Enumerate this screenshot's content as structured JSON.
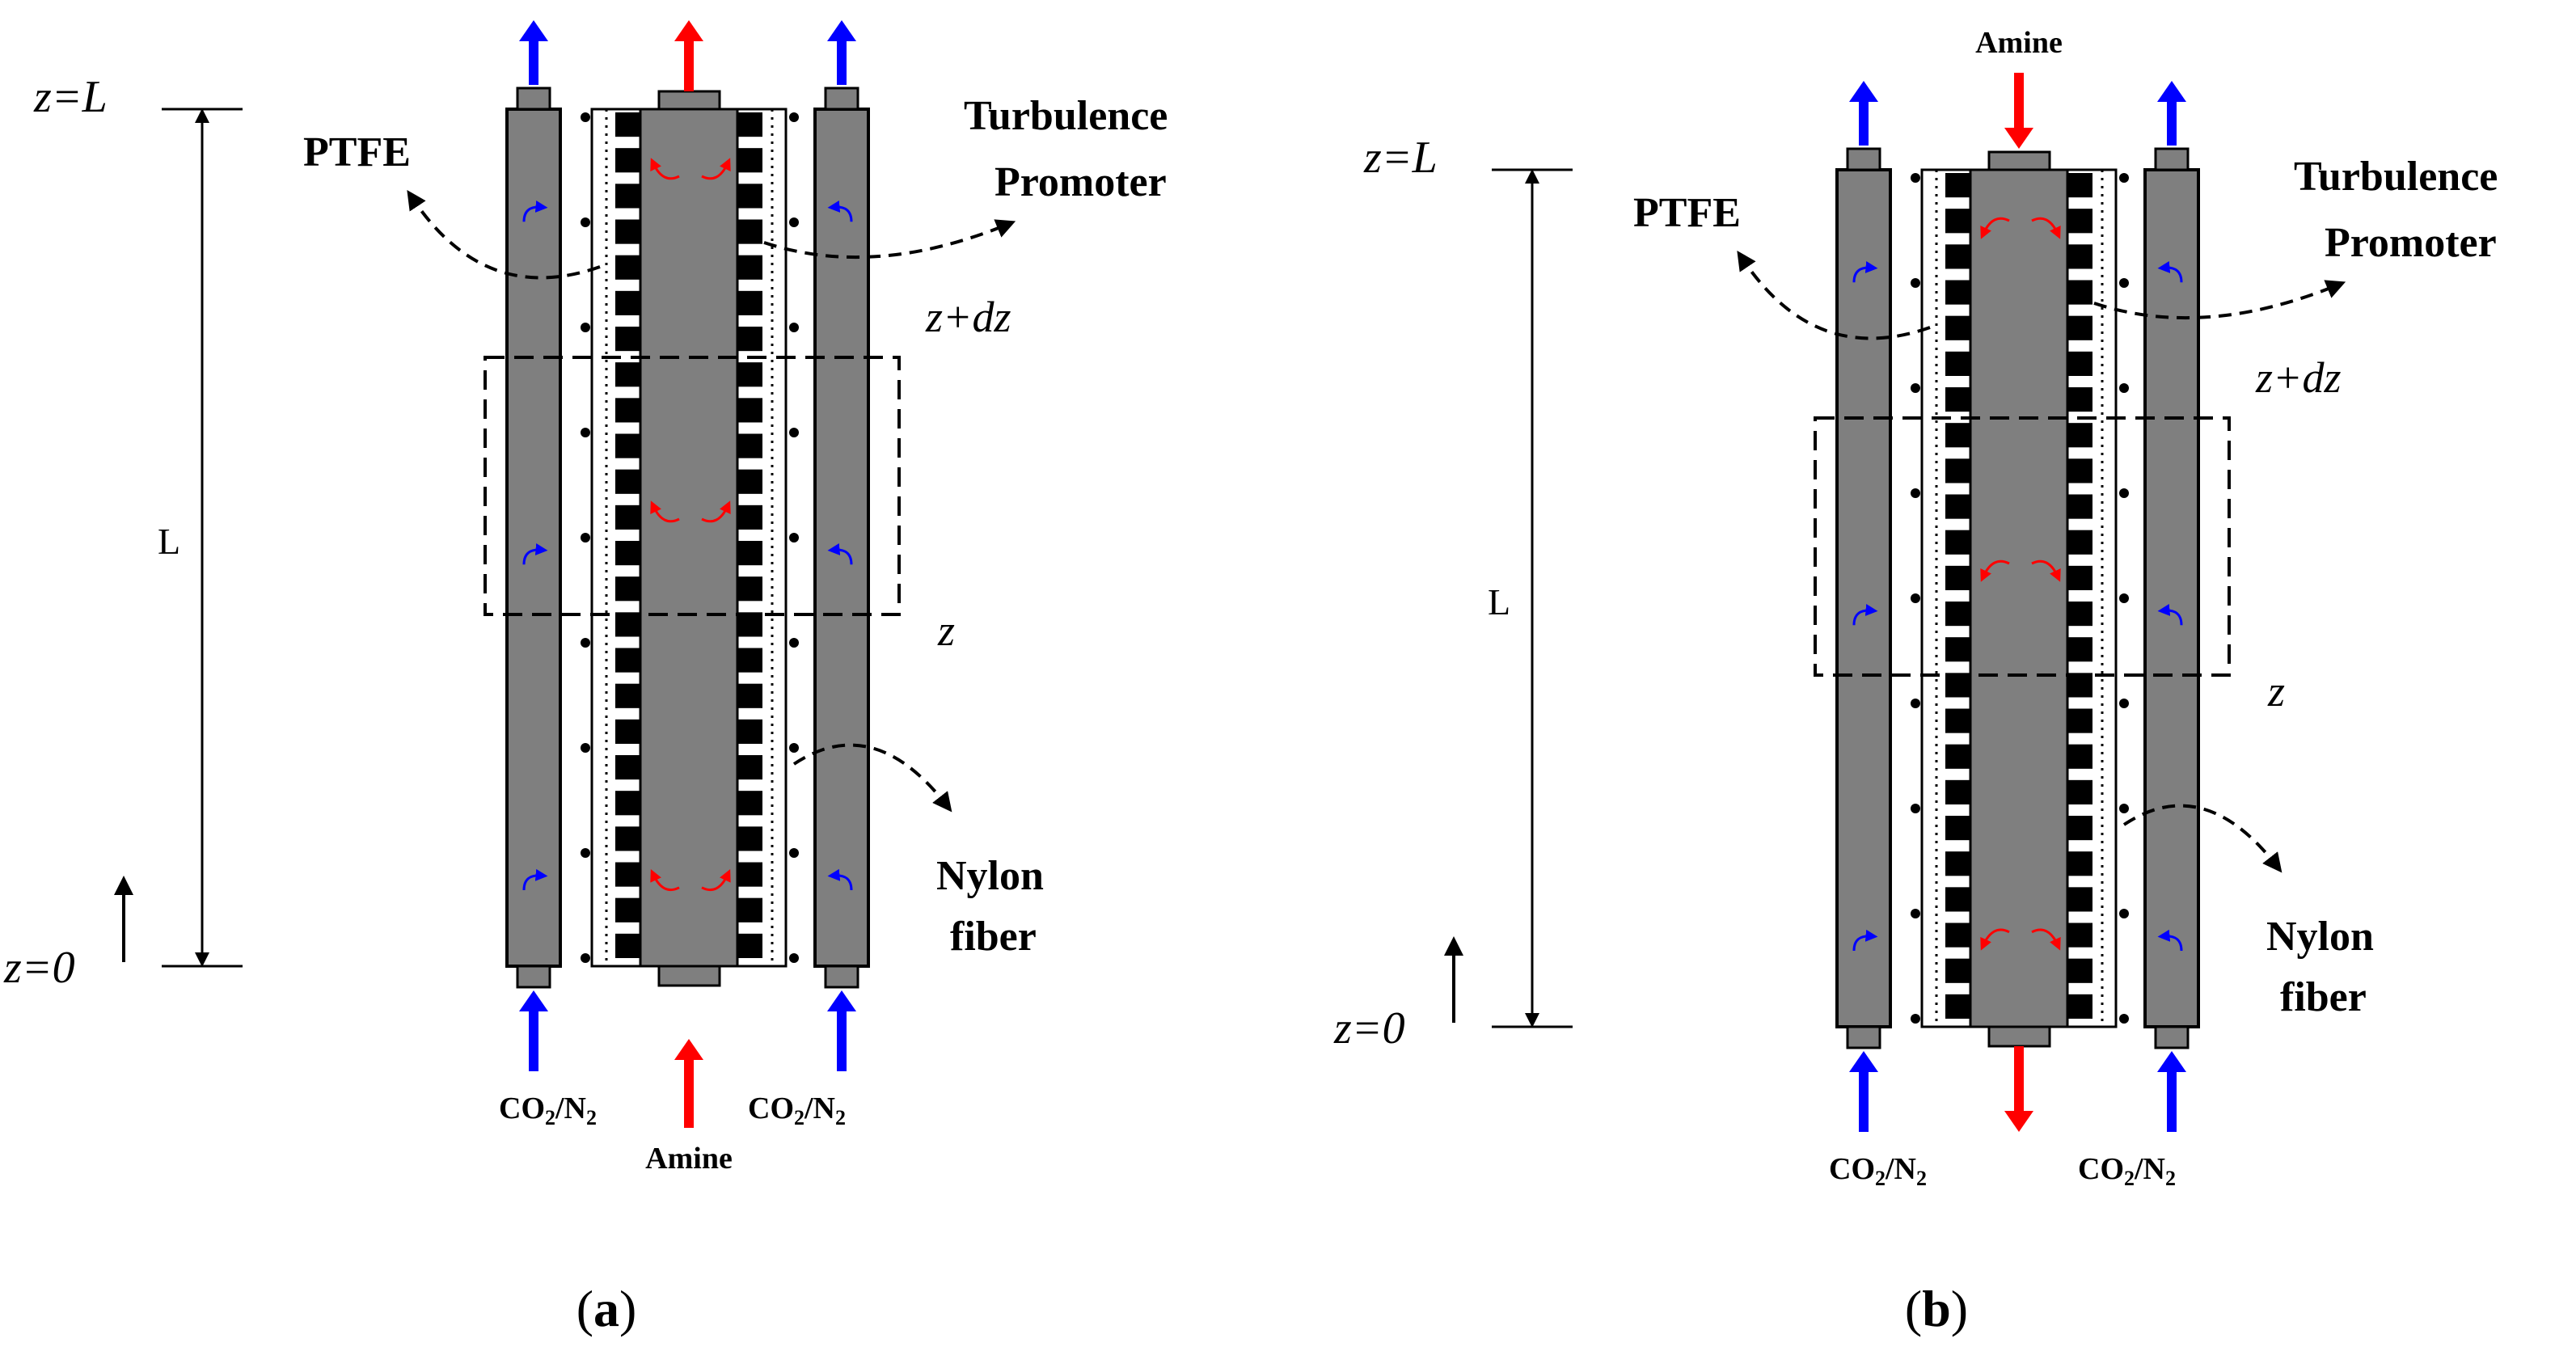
{
  "colors": {
    "module": "#7f7f7f",
    "outline": "#000000",
    "gas_arrow": "#0000ff",
    "amine_arrow": "#ff0000",
    "membrane_block": "#000000",
    "background": "#ffffff"
  },
  "panels": [
    {
      "id": "a",
      "caption_open": "(",
      "caption_letter": "a",
      "caption_close": ")",
      "flow": "cocurrent",
      "labels": {
        "top_coord": "z=L",
        "bottom_coord": "z=0",
        "length": "L",
        "element_top": "z+dz",
        "element_bottom": "z",
        "ptfe": "PTFE",
        "turbulence_1": "Turbulence",
        "turbulence_2": "Promoter",
        "nylon_1": "Nylon",
        "nylon_2": "fiber",
        "gas_left_main": "CO",
        "gas_left_sub1": "2",
        "gas_left_sep": "/N",
        "gas_left_sub2": "2",
        "gas_right_main": "CO",
        "gas_right_sub1": "2",
        "gas_right_sep": "/N",
        "gas_right_sub2": "2",
        "amine": "Amine"
      }
    },
    {
      "id": "b",
      "caption_open": "(",
      "caption_letter": "b",
      "caption_close": ")",
      "flow": "countercurrent",
      "labels": {
        "top_coord": "z=L",
        "bottom_coord": "z=0",
        "length": "L",
        "element_top": "z+dz",
        "element_bottom": "z",
        "ptfe": "PTFE",
        "turbulence_1": "Turbulence",
        "turbulence_2": "Promoter",
        "nylon_1": "Nylon",
        "nylon_2": "fiber",
        "gas_left_main": "CO",
        "gas_left_sub1": "2",
        "gas_left_sep": "/N",
        "gas_left_sub2": "2",
        "gas_right_main": "CO",
        "gas_right_sub1": "2",
        "gas_right_sep": "/N",
        "gas_right_sub2": "2",
        "amine": "Amine"
      }
    }
  ]
}
